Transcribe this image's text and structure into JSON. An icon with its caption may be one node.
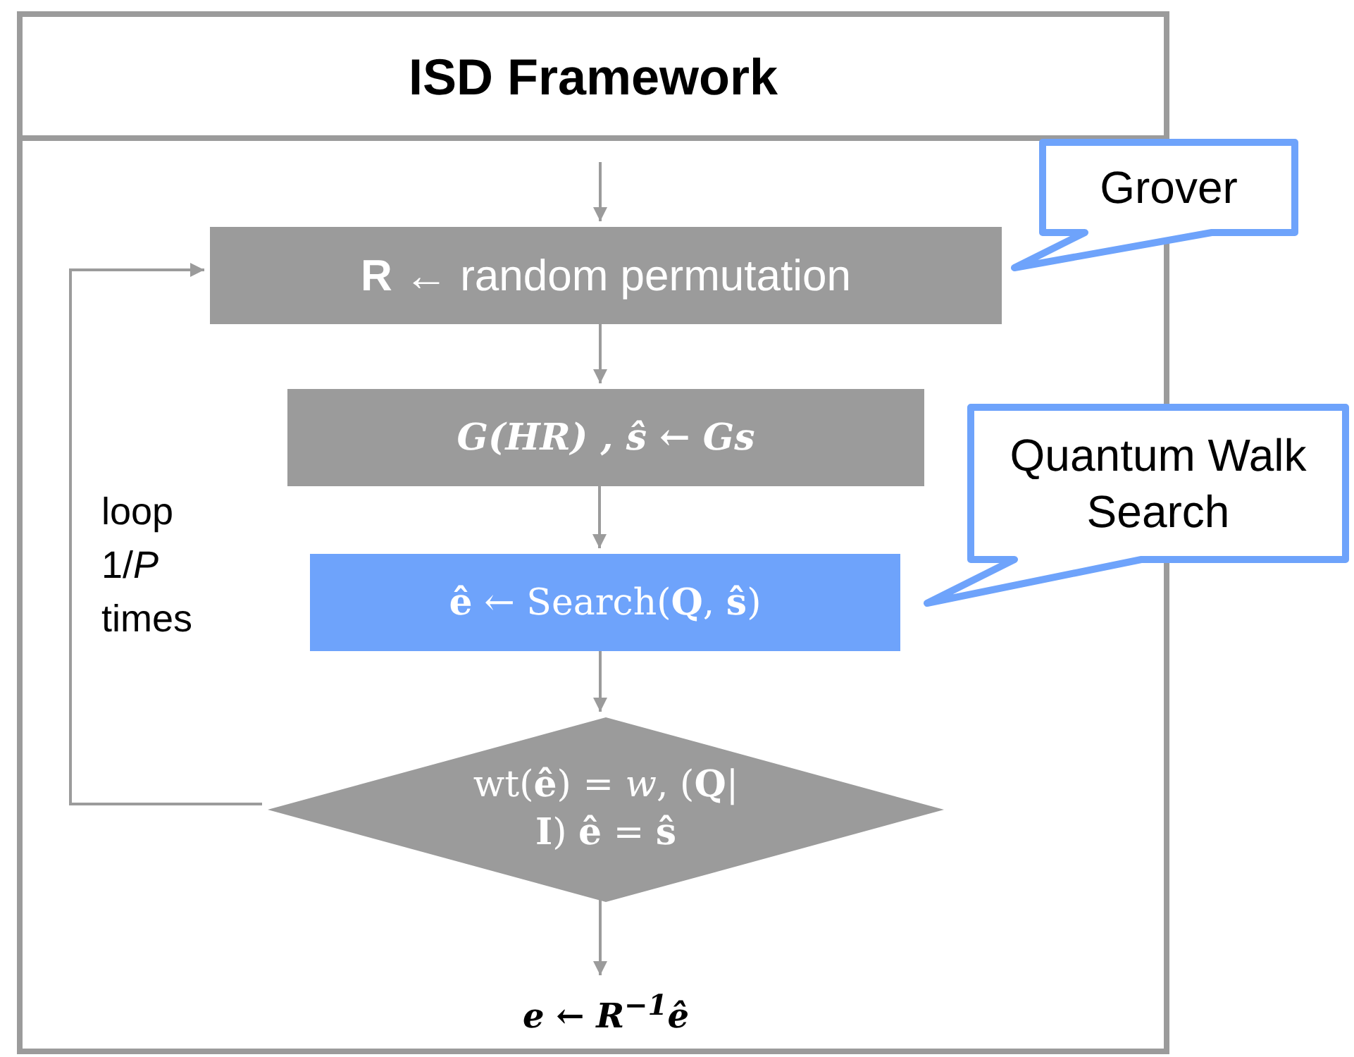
{
  "diagram": {
    "nodes": [
      {
        "text": [
          "ISD Framework"
        ]
      },
      {
        "text": [
          "**R** ← random permutation"
        ],
        "in": 0
      },
      {
        "text": [
          "G(HR) , ŝ ← Gs"
        ],
        "in": 0
      },
      {
        "text": [
          "**ê** ← Search(**Q**, **ŝ**)"
        ],
        "in": 0
      },
      {
        "text": [
          "wt(**ê**) = *w*, (**Q**| **I**) **ê** = **ŝ**"
        ],
        "in": 0
      },
      {
        "text": [
          "e ← R$^{−1}$ê"
        ],
        "in": 0
      },
      {
        "text": [
          "Grover"
        ]
      },
      {
        "text": [
          "Quantum Walk Search"
        ]
      }
    ],
    "edges": [
      {
        "from": null,
        "to": 1,
        "arrow": "to"
      },
      {
        "from": 1,
        "to": 2,
        "arrow": "to"
      },
      {
        "from": 2,
        "to": 3,
        "arrow": "to"
      },
      {
        "from": 3,
        "to": 4,
        "arrow": "to"
      },
      {
        "from": 4,
        "to": 5,
        "arrow": "to"
      },
      {
        "from": 4,
        "to": 1,
        "arrow": "to"
      }
    ],
    "labels": [
      "loop 1/*P* times"
    ]
  }
}
